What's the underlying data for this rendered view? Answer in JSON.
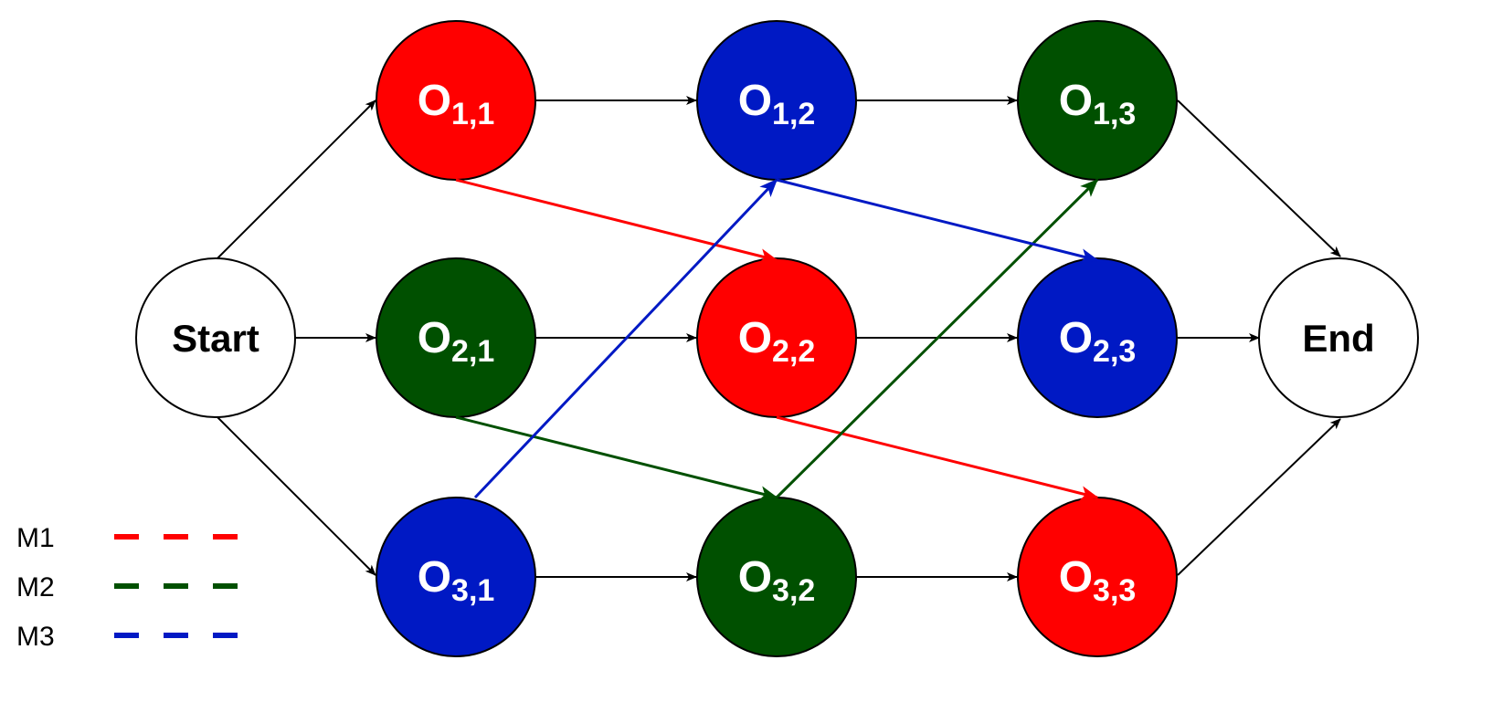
{
  "colors": {
    "M1": "#ff0000",
    "M2": "#005000",
    "M3": "#0019c4",
    "terminal_fill": "#ffffff",
    "stroke": "#000000",
    "label_on_node": "#ffffff"
  },
  "nodes": {
    "start": {
      "label": "Start"
    },
    "end": {
      "label": "End"
    },
    "ops": [
      {
        "id": "o11",
        "main": "O",
        "sub": "1,1",
        "machine": "M1"
      },
      {
        "id": "o12",
        "main": "O",
        "sub": "1,2",
        "machine": "M3"
      },
      {
        "id": "o13",
        "main": "O",
        "sub": "1,3",
        "machine": "M2"
      },
      {
        "id": "o21",
        "main": "O",
        "sub": "2,1",
        "machine": "M2"
      },
      {
        "id": "o22",
        "main": "O",
        "sub": "2,2",
        "machine": "M1"
      },
      {
        "id": "o23",
        "main": "O",
        "sub": "2,3",
        "machine": "M3"
      },
      {
        "id": "o31",
        "main": "O",
        "sub": "3,1",
        "machine": "M3"
      },
      {
        "id": "o32",
        "main": "O",
        "sub": "3,2",
        "machine": "M2"
      },
      {
        "id": "o33",
        "main": "O",
        "sub": "3,3",
        "machine": "M1"
      }
    ]
  },
  "edges": {
    "conjunctive": [
      [
        "start",
        "o11"
      ],
      [
        "start",
        "o21"
      ],
      [
        "start",
        "o31"
      ],
      [
        "o11",
        "o12"
      ],
      [
        "o12",
        "o13"
      ],
      [
        "o21",
        "o22"
      ],
      [
        "o22",
        "o23"
      ],
      [
        "o31",
        "o32"
      ],
      [
        "o32",
        "o33"
      ],
      [
        "o13",
        "end"
      ],
      [
        "o23",
        "end"
      ],
      [
        "o33",
        "end"
      ]
    ],
    "machine": [
      {
        "from": "o11",
        "to": "o22",
        "machine": "M1"
      },
      {
        "from": "o22",
        "to": "o33",
        "machine": "M1"
      },
      {
        "from": "o21",
        "to": "o32",
        "machine": "M2"
      },
      {
        "from": "o32",
        "to": "o13",
        "machine": "M2"
      },
      {
        "from": "o31",
        "to": "o12",
        "machine": "M3"
      },
      {
        "from": "o12",
        "to": "o23",
        "machine": "M3"
      }
    ]
  },
  "legend": [
    {
      "label": "M1",
      "machine": "M1"
    },
    {
      "label": "M2",
      "machine": "M2"
    },
    {
      "label": "M3",
      "machine": "M3"
    }
  ]
}
